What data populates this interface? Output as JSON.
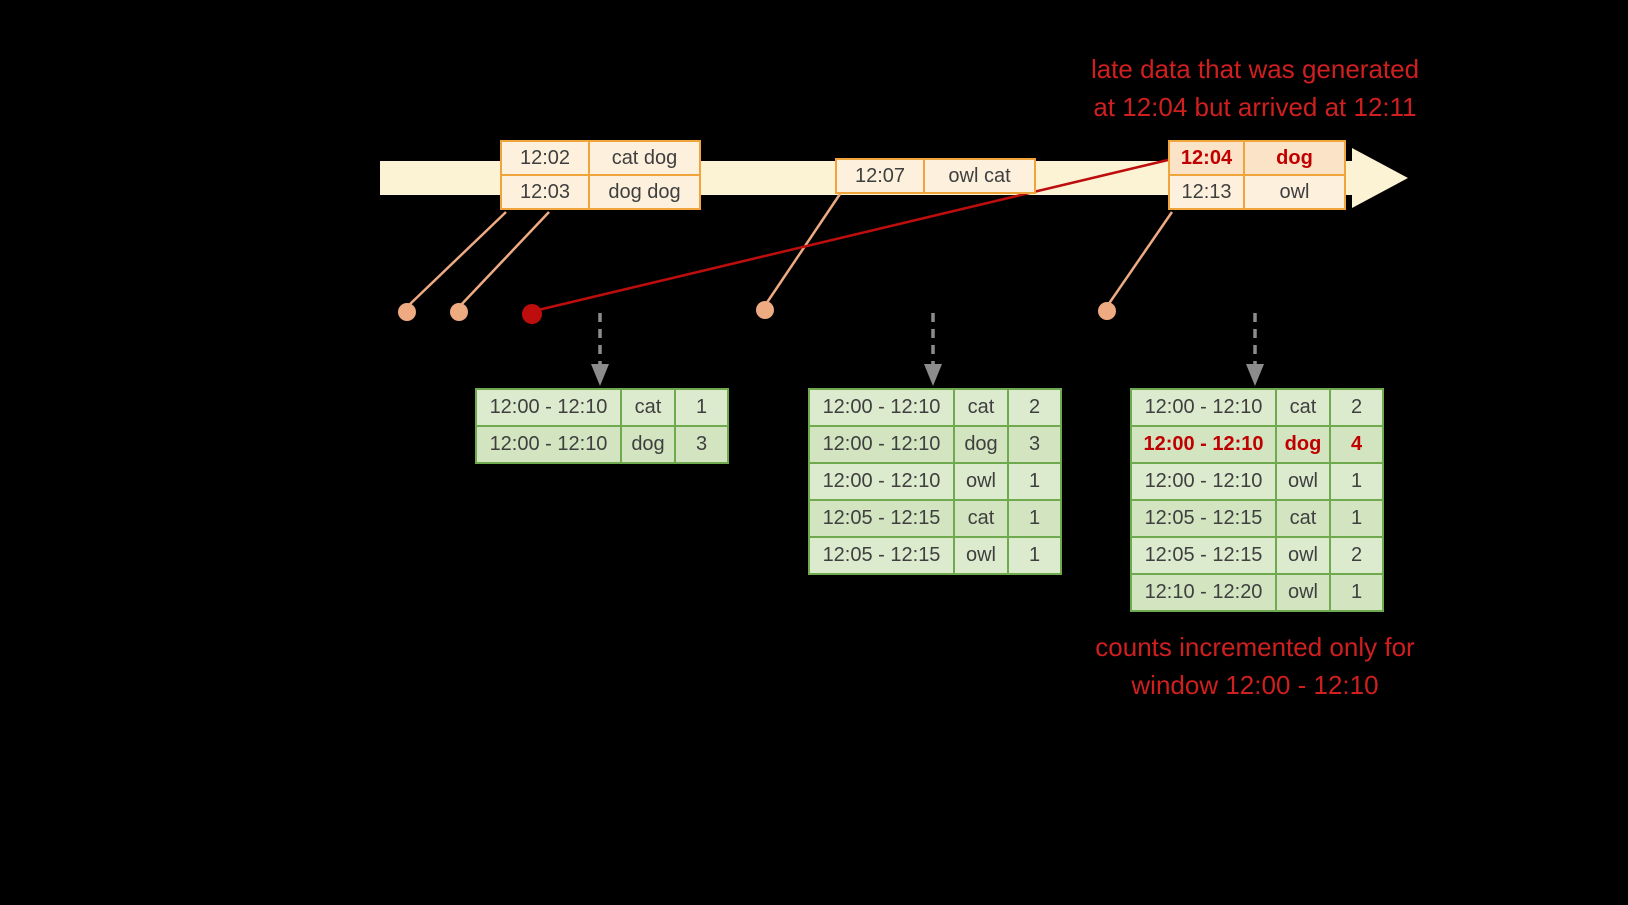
{
  "annotations": {
    "late_data_line1": "late data that was generated",
    "late_data_line2": "at 12:04 but arrived at 12:11",
    "counts_line1": "counts incremented only for",
    "counts_line2": "window 12:00 - 12:10"
  },
  "event_groups": [
    {
      "name": "events-at-12-02",
      "rows": [
        {
          "time": "12:02",
          "words": "cat dog",
          "late": false
        },
        {
          "time": "12:03",
          "words": "dog dog",
          "late": false
        }
      ]
    },
    {
      "name": "events-at-12-07",
      "rows": [
        {
          "time": "12:07",
          "words": "owl cat",
          "late": false
        }
      ]
    },
    {
      "name": "events-at-12-13-with-late-12-04",
      "rows": [
        {
          "time": "12:04",
          "words": "dog",
          "late": true
        },
        {
          "time": "12:13",
          "words": "owl",
          "late": false
        }
      ]
    }
  ],
  "result_tables": [
    {
      "name": "result-table-1",
      "rows": [
        {
          "window": "12:00 - 12:10",
          "word": "cat",
          "count": "1",
          "highlight": false
        },
        {
          "window": "12:00 - 12:10",
          "word": "dog",
          "count": "3",
          "highlight": false
        }
      ]
    },
    {
      "name": "result-table-2",
      "rows": [
        {
          "window": "12:00 - 12:10",
          "word": "cat",
          "count": "2",
          "highlight": false
        },
        {
          "window": "12:00 - 12:10",
          "word": "dog",
          "count": "3",
          "highlight": false
        },
        {
          "window": "12:00 - 12:10",
          "word": "owl",
          "count": "1",
          "highlight": false
        },
        {
          "window": "12:05 - 12:15",
          "word": "cat",
          "count": "1",
          "highlight": false
        },
        {
          "window": "12:05 - 12:15",
          "word": "owl",
          "count": "1",
          "highlight": false
        }
      ]
    },
    {
      "name": "result-table-3",
      "rows": [
        {
          "window": "12:00 - 12:10",
          "word": "cat",
          "count": "2",
          "highlight": false
        },
        {
          "window": "12:00 - 12:10",
          "word": "dog",
          "count": "4",
          "highlight": true
        },
        {
          "window": "12:00 - 12:10",
          "word": "owl",
          "count": "1",
          "highlight": false
        },
        {
          "window": "12:05 - 12:15",
          "word": "cat",
          "count": "1",
          "highlight": false
        },
        {
          "window": "12:05 - 12:15",
          "word": "owl",
          "count": "2",
          "highlight": false
        },
        {
          "window": "12:10 - 12:20",
          "word": "owl",
          "count": "1",
          "highlight": false
        }
      ]
    }
  ],
  "colors": {
    "background": "#000000",
    "timeline_fill": "#fcf3d4",
    "event_border": "#f0a43c",
    "event_fill": "#fdf1de",
    "late_event_fill": "#fbe3c8",
    "late_text_red": "#c00000",
    "connector_salmon": "#eeab81",
    "red_line": "#bd0d0d",
    "dashed_arrow_gray": "#8c8c8c",
    "table_border_green": "#6faa4e",
    "table_row_light": "#dcebce",
    "table_row_dark": "#d2e4c0",
    "table_text": "#3f3f3f",
    "annotation_red": "#d01f1f"
  }
}
